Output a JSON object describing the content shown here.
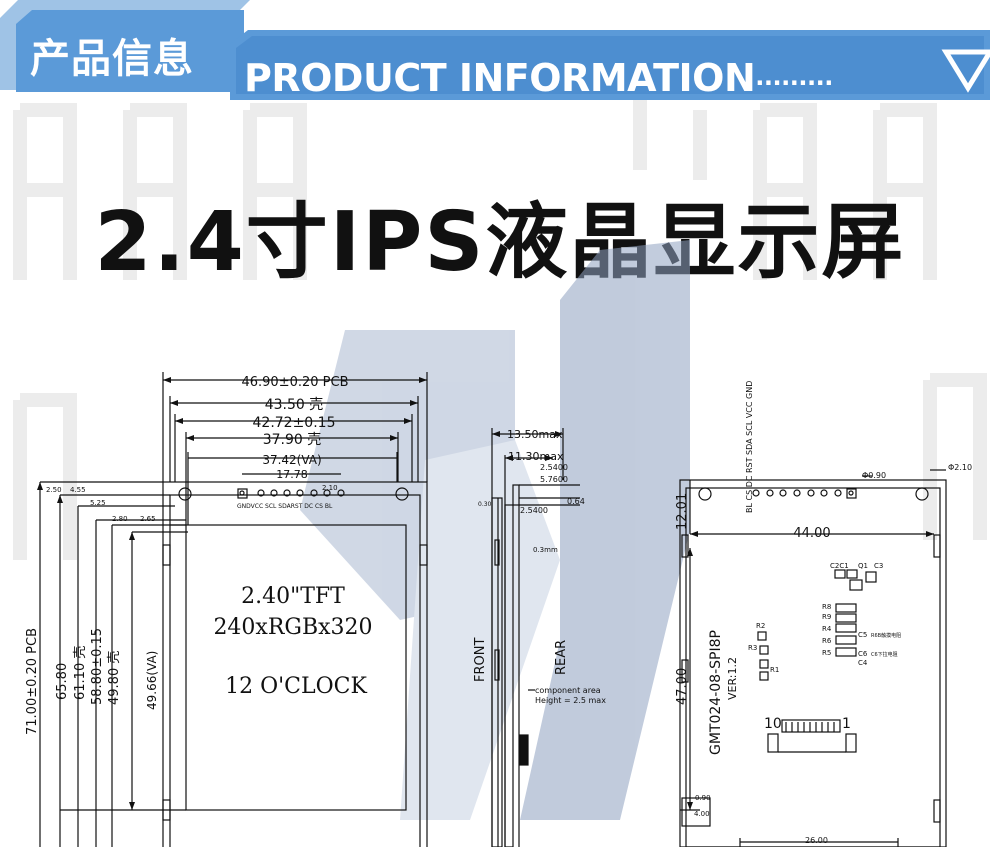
{
  "header": {
    "cn_tab": "产品信息",
    "en_title": "PRODUCT INFORMATION",
    "dots": "·········",
    "colors": {
      "banner_light": "#9fc3e6",
      "banner_dark": "#4f8fd3",
      "white": "#ffffff"
    }
  },
  "title": "2.4寸IPS液晶显示屏",
  "watermark": {
    "text": "明",
    "color": "#e8e8e8"
  },
  "front_view": {
    "dims": {
      "pcb_width": "46.90±0.20 PCB",
      "shell_width": "43.50 壳",
      "glass_width": "42.72±0.15",
      "shell_inner": "37.90 壳",
      "va_width": "37.42(VA)",
      "pin_span": "17.78",
      "pin_pitch": "2.10",
      "top_a": "2.50",
      "top_b": "4.55",
      "top_c": "5.25",
      "top_d": "2.80",
      "top_e": "2.65",
      "pcb_height": "71.00±0.20 PCB",
      "shell_h1": "65.80",
      "shell_h2": "61.10 壳",
      "glass_height": "58.80±0.15",
      "shell_h3": "49.80 壳",
      "va_height": "49.66(VA)"
    },
    "pin_labels": "GNDVCC SCL SDARST DC CS BL",
    "screen_line1": "2.40\"TFT",
    "screen_line2": "240xRGBx320",
    "screen_line3": "12 O'CLOCK"
  },
  "side_view": {
    "dims": {
      "max1": "13.50max",
      "max2": "11.30max",
      "d1": "2.5400",
      "d2": "5.7600",
      "d3": "0.64",
      "d4": "2.5400",
      "d5": "0.30",
      "d6": "0.3mm"
    },
    "front_label": "FRONT",
    "rear_label": "REAR",
    "component_note1": "component area",
    "component_note2": "Height = 2.5 max"
  },
  "rear_view": {
    "dims": {
      "hole_a": "Φ0.90",
      "hole_b": "Φ2.10",
      "top_offset": "12.01",
      "hole_span": "44.00",
      "vertical": "47.00",
      "small_a": "0.90",
      "small_b": "4.00",
      "bottom": "26.00"
    },
    "pin_labels": "BL CS DC RST SDA SCL VCC GND",
    "model": "GMT024-08-SPI8P",
    "version": "VER:1.2",
    "fpc_left": "10",
    "fpc_right": "1",
    "comp_labels": {
      "c2c1": "C2C1",
      "q1": "Q1",
      "c3": "C3",
      "r8": "R8",
      "r9": "R9",
      "r6": "R6",
      "r5": "R5",
      "r4": "R4",
      "r2": "R2",
      "r3": "R3",
      "r1": "R1",
      "c5": "C5",
      "c6": "C6",
      "c4": "C4",
      "note1": "R6B触摸电阻",
      "note2": "C6下拉电阻"
    }
  }
}
